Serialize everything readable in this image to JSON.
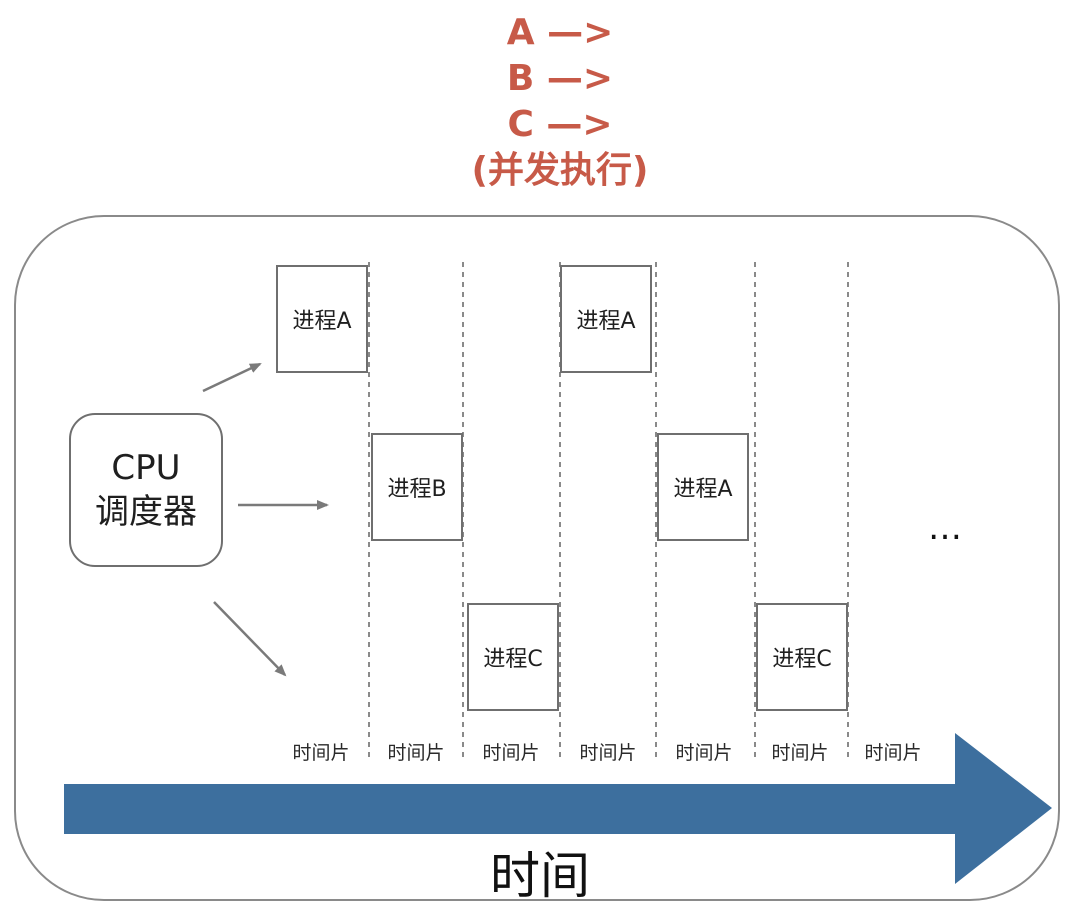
{
  "header": {
    "line1": "A —>",
    "line2": "B —>",
    "line3": "C —>",
    "line4": "(并发执行)"
  },
  "scheduler": {
    "line1": "CPU",
    "line2": "调度器"
  },
  "processes": [
    "进程A",
    "进程B",
    "进程C",
    "进程A",
    "进程A",
    "进程C"
  ],
  "time_slices": [
    "时间片",
    "时间片",
    "时间片",
    "时间片",
    "时间片",
    "时间片",
    "时间片"
  ],
  "ellipsis": "…",
  "time_axis_label": "时间",
  "colors": {
    "header": "#c75a48",
    "time_arrow": "#3d6f9e",
    "border": "#8a8a8a"
  }
}
